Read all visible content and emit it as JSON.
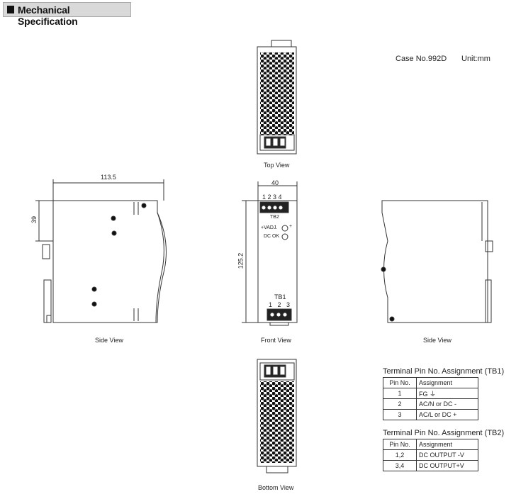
{
  "header": {
    "title": "Mechanical Specification"
  },
  "case": {
    "number": "Case No.992D",
    "unit": "Unit:mm"
  },
  "views": {
    "top": "Top View",
    "side_left": "Side View",
    "front": "Front View",
    "side_right": "Side View",
    "bottom": "Bottom View"
  },
  "dimensions": {
    "width": "113.5",
    "depth": "39",
    "front_width": "40",
    "height": "125.2"
  },
  "front_labels": {
    "tb2_pins": "1 2 3 4",
    "tb2": "TB2",
    "vadj": "+VADJ.",
    "plus": "+",
    "dc_ok": "DC OK",
    "tb1": "TB1",
    "tb1_pins": "1   2   3"
  },
  "tb1_table": {
    "title": "Terminal Pin No.  Assignment (TB1)",
    "headers": [
      "Pin No.",
      "Assignment"
    ],
    "rows": [
      [
        "1",
        "FG ⏚"
      ],
      [
        "2",
        "AC/N or DC -"
      ],
      [
        "3",
        "AC/L or DC +"
      ]
    ]
  },
  "tb2_table": {
    "title": "Terminal Pin No.  Assignment (TB2)",
    "headers": [
      "Pin No.",
      "Assignment"
    ],
    "rows": [
      [
        "1,2",
        "DC OUTPUT -V"
      ],
      [
        "3,4",
        "DC OUTPUT+V"
      ]
    ]
  }
}
